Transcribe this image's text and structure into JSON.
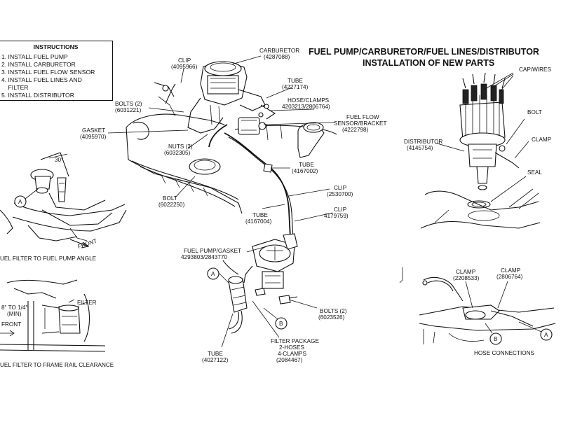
{
  "title": {
    "line1": "FUEL PUMP/CARBURETOR/FUEL LINES/DISTRIBUTOR",
    "line2": "INSTALLATION OF NEW PARTS"
  },
  "instructions": {
    "heading": "INSTRUCTIONS",
    "items": [
      "1. INSTALL FUEL PUMP",
      "2. INSTALL CARBURETOR",
      "3. INSTALL FUEL FLOW SENSOR",
      "4. INSTALL FUEL LINES AND",
      "    FILTER",
      "5. INSTALL DISTRIBUTOR"
    ]
  },
  "labels": {
    "carburetor": [
      "CARBURETOR",
      "(4287088)"
    ],
    "clip1": [
      "CLIP",
      "(4095966)"
    ],
    "tube1": [
      "TUBE",
      "(4227174)"
    ],
    "bolts1": [
      "BOLTS (2)",
      "(6031221)"
    ],
    "hose_clamps": [
      "HOSE/CLAMPS",
      "4203213/2806764)"
    ],
    "flow_sensor": [
      "FUEL FLOW",
      "SENSOR/BRACKET",
      "(4222798)"
    ],
    "gasket": [
      "GASKET",
      "(4095970)"
    ],
    "nuts": [
      "NUTS (2)",
      "(6032305)"
    ],
    "tube2": [
      "TUBE",
      "(4167002)"
    ],
    "clip2": [
      "CLIP",
      "(2530700)"
    ],
    "bolt1": [
      "BOLT",
      "(6022250)"
    ],
    "tube3": [
      "TUBE",
      "(4167004)"
    ],
    "clip3": [
      "CLIP",
      "4179759)"
    ],
    "pump_gasket": [
      "FUEL PUMP/GASKET",
      "4293803/2843770"
    ],
    "bolts2": [
      "BOLTS (2)",
      "(6023526)"
    ],
    "tube4": [
      "TUBE",
      "(4027122)"
    ],
    "filter_pkg": [
      "FILTER PACKAGE",
      "2-HOSES",
      "4-CLAMPS",
      "(2084467)"
    ],
    "cap_wires": "CAP/WIRES",
    "bolt2": "BOLT",
    "clamp_dist": "CLAMP",
    "distributor": [
      "DISTRIBUTOR",
      "(4145754)"
    ],
    "seal": "SEAL",
    "clamp_a": [
      "CLAMP",
      "(2208533)"
    ],
    "clamp_b": [
      "CLAMP",
      "(2806764)"
    ],
    "hose_connections": "HOSE CONNECTIONS",
    "angle_caption": "UEL FILTER TO FUEL PUMP ANGLE",
    "angle_value": "30°",
    "front1": "FRONT",
    "clearance_caption": "UEL FILTER TO FRAME RAIL CLEARANCE",
    "clearance_value": [
      "8\" TO 1/4\"",
      "(MIN)"
    ],
    "filter": "FILTER",
    "front2": "FRONT",
    "callout_a": "A",
    "callout_b": "B"
  },
  "colors": {
    "ink": "#111111",
    "paper": "#ffffff"
  }
}
